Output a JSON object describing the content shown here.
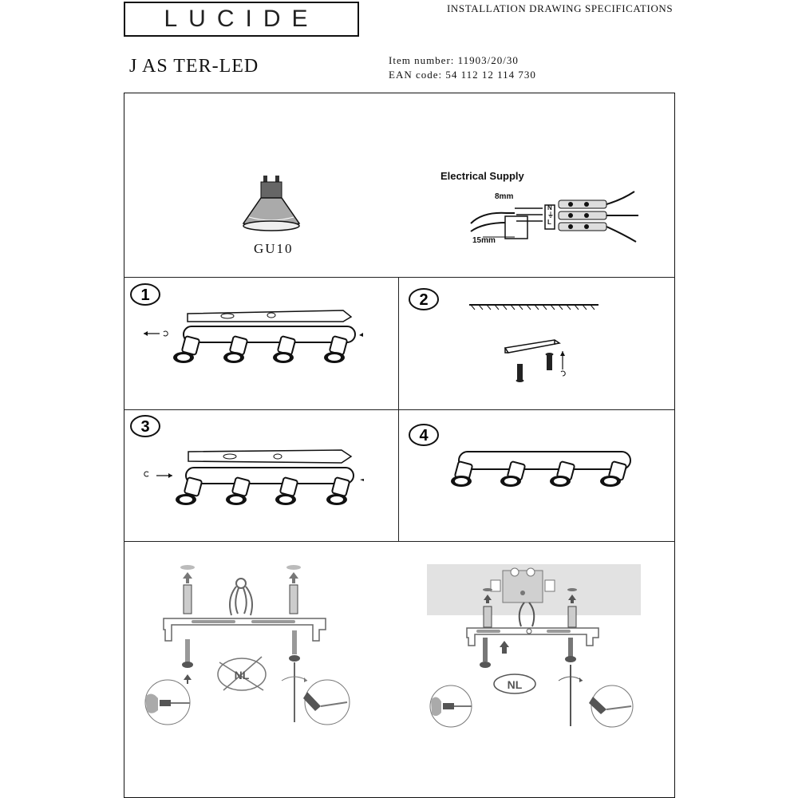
{
  "header": {
    "logo_text": "LUCIDE",
    "title": "INSTALLATION DRAWING SPECIFICATIONS"
  },
  "product": {
    "name": "J AS TER-LED",
    "item_number": "Item number: 11903/20/30",
    "ean_code": "EAN code: 54 112 12 114 730"
  },
  "bulb": {
    "type_label": "GU10"
  },
  "electrical": {
    "title": "Electrical Supply",
    "strip_label": "8mm",
    "cable_label": "15mm",
    "terminal_letters": [
      "N",
      "⏚",
      "L"
    ]
  },
  "steps": [
    {
      "number": "1"
    },
    {
      "number": "2"
    },
    {
      "number": "3"
    },
    {
      "number": "4"
    }
  ],
  "warnings": {
    "nl_crossed": "NL",
    "nl_ok": "NL"
  }
}
